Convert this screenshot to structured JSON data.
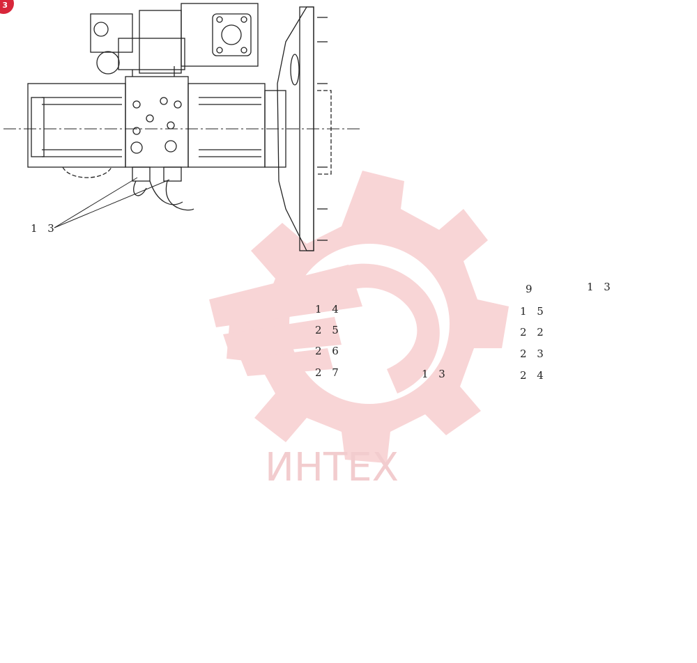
{
  "badge": {
    "text": "3",
    "color": "#d8263a"
  },
  "watermark": {
    "text": "ИНТЕХ",
    "color": "#f2a9ad",
    "shape": "gear-wrench-logo"
  },
  "views": {
    "side_view": {
      "callouts": [
        "1 3"
      ]
    },
    "end_view": {
      "callouts": [
        "9",
        "1 5",
        "2 2",
        "2 3",
        "2 4",
        "1 3"
      ]
    },
    "top_view": {
      "callouts": [
        "1 4",
        "2 5",
        "2 6",
        "2 7",
        "1 3"
      ]
    }
  },
  "colors": {
    "line": "#222222",
    "centerline": "#333333"
  }
}
